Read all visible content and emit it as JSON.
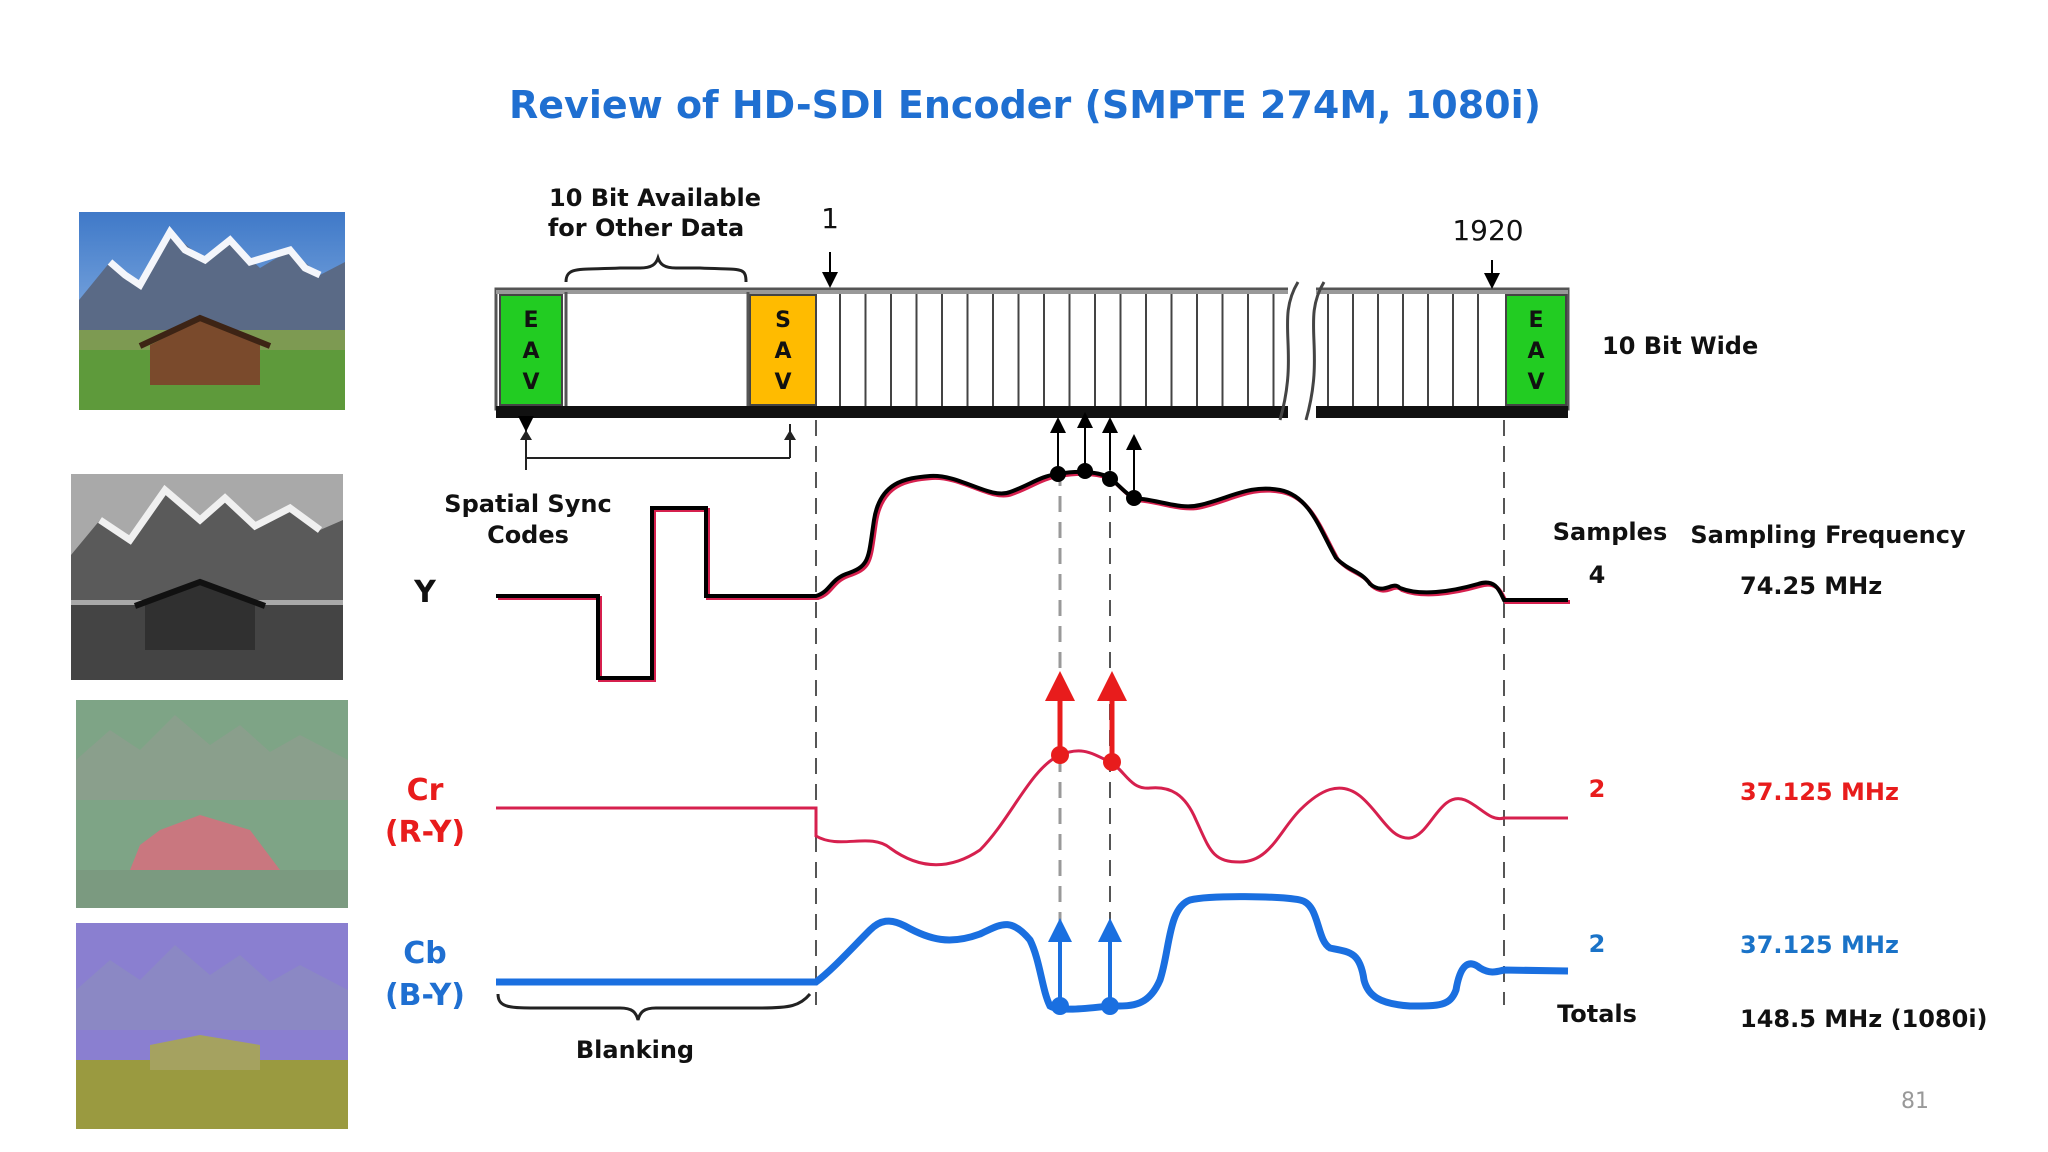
{
  "title": "Review of HD-SDI Encoder (SMPTE 274M, 1080i)",
  "page_number": "81",
  "colors": {
    "title": "#1f6fd1",
    "y_signal": "#000000",
    "y_shadow": "#c0392b",
    "cr_signal": "#d6204e",
    "cr_arrow": "#e81c1c",
    "cb_signal": "#1a6fe0",
    "cb_text": "#1f6fd1",
    "eav_fill": "#22cc22",
    "sav_fill": "#ffbb00",
    "freq_cr": "#e81c1c",
    "freq_cb": "#1a73c8"
  },
  "stream": {
    "top_label_line1": "10 Bit Available",
    "top_label_line2": "for Other Data",
    "start_marker": "1",
    "end_marker": "1920",
    "eav_letters": [
      "E",
      "A",
      "V"
    ],
    "sav_letters": [
      "S",
      "A",
      "V"
    ],
    "width_label": "10 Bit Wide",
    "sync_label_line1": "Spatial Sync",
    "sync_label_line2": "Codes"
  },
  "signals": {
    "y_label": "Y",
    "cr_label_line1": "Cr",
    "cr_label_line2": "(R-Y)",
    "cb_label_line1": "Cb",
    "cb_label_line2": "(B-Y)",
    "blanking_label": "Blanking"
  },
  "table": {
    "samples_header": "Samples",
    "freq_header": "Sampling Frequency",
    "rows": [
      {
        "samples": "4",
        "freq": "74.25 MHz"
      },
      {
        "samples": "2",
        "freq": "37.125 MHz"
      },
      {
        "samples": "2",
        "freq": "37.125 MHz"
      }
    ],
    "totals_label": "Totals",
    "totals_freq": "148.5 MHz (1080i)"
  },
  "images": [
    {
      "name": "color-photo",
      "description_icon": "barn-mountains-color"
    },
    {
      "name": "luma-photo",
      "description_icon": "barn-mountains-gray"
    },
    {
      "name": "cr-photo",
      "description_icon": "barn-mountains-cr"
    },
    {
      "name": "cb-photo",
      "description_icon": "barn-mountains-cb"
    }
  ]
}
